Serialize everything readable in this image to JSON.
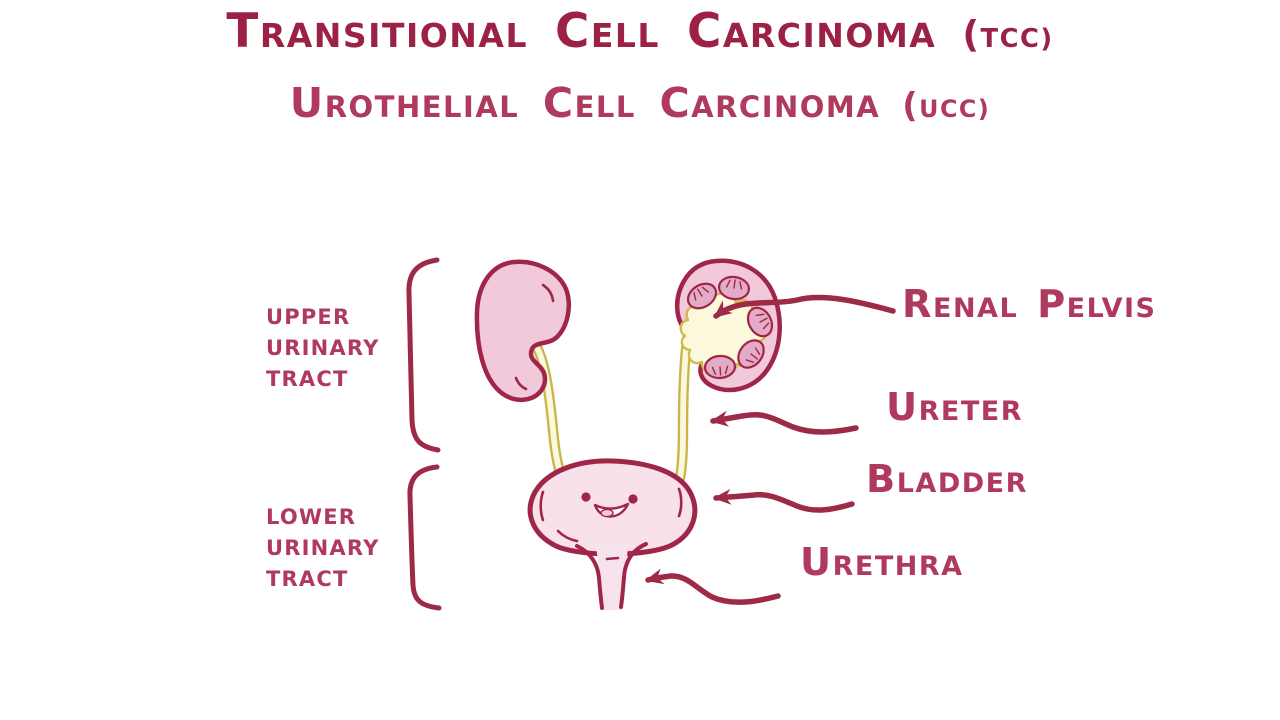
{
  "colors": {
    "background": "#FFFFFF",
    "title-dark": "#9B2145",
    "accent": "#AF3A5E",
    "arrow": "#9D2A47",
    "organ-outline": "#A02648",
    "kidney-fill": "#F2C9DA",
    "pyramid-fill": "#E2ABC6",
    "pelvis-fill": "#FBF8DC",
    "pelvis-stroke": "#CDBA50",
    "ureter-stroke": "#C9B44E",
    "bladder-fill": "#F8E1EB",
    "urethra-fill": "#F7E3ED"
  },
  "title": {
    "line1": "TRANSITIONAL CELL CARCINOMA",
    "line1_abbr": "(TCC)",
    "line2": "UROTHELIAL CELL CARCINOMA",
    "line2_abbr": "(UCC)"
  },
  "tract_sections": [
    {
      "label": "UPPER\nURINARY\nTRACT"
    },
    {
      "label": "LOWER\nURINARY\nTRACT"
    }
  ],
  "annotations": [
    {
      "label": "RENAL PELVIS"
    },
    {
      "label": "URETER"
    },
    {
      "label": "BLADDER"
    },
    {
      "label": "URETHRA"
    }
  ]
}
